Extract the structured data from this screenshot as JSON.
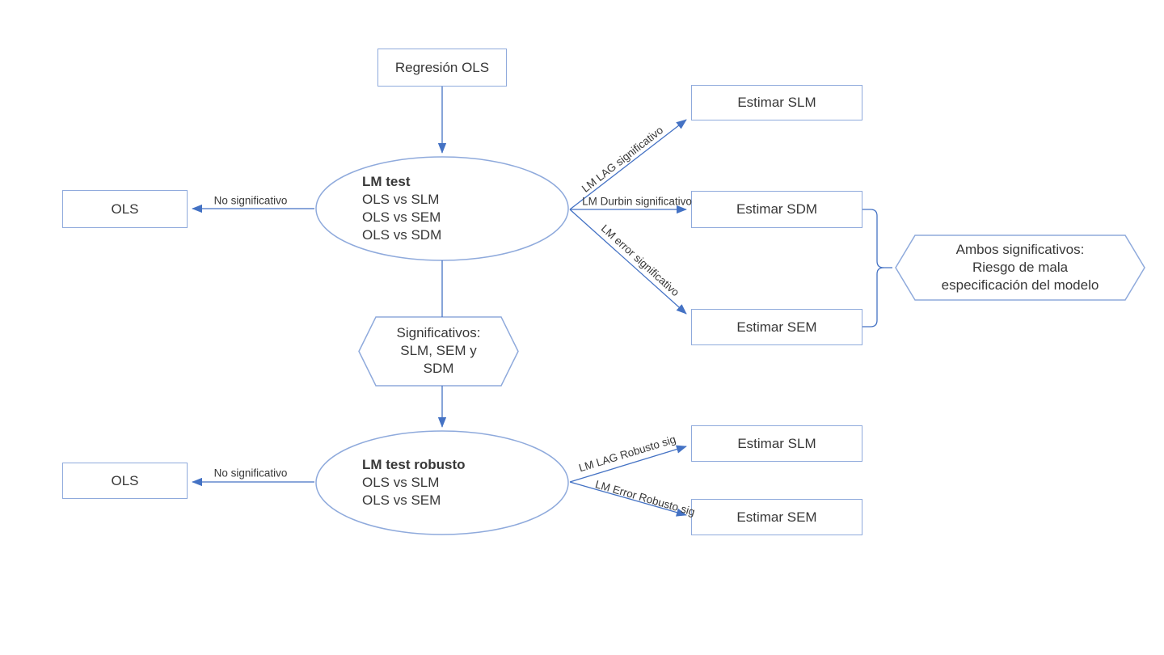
{
  "colors": {
    "connector": "#4472C4",
    "shape_border": "#8FAADC",
    "text": "#383838",
    "background": "#ffffff"
  },
  "nodes": {
    "regresion_ols": {
      "label": "Regresión OLS"
    },
    "lm_test": {
      "title": "LM test",
      "items": [
        "OLS vs SLM",
        "OLS vs SEM",
        "OLS vs SDM"
      ]
    },
    "lm_test_robusto": {
      "title": "LM test robusto",
      "items": [
        "OLS vs SLM",
        "OLS vs SEM"
      ]
    },
    "ols_top": {
      "label": "OLS"
    },
    "ols_bottom": {
      "label": "OLS"
    },
    "estimar_slm_top": {
      "label": "Estimar SLM"
    },
    "estimar_sdm": {
      "label": "Estimar SDM"
    },
    "estimar_sem_mid": {
      "label": "Estimar SEM"
    },
    "estimar_slm_bottom": {
      "label": "Estimar SLM"
    },
    "estimar_sem_bottom": {
      "label": "Estimar SEM"
    },
    "hex_significativos": {
      "lines": [
        "Significativos:",
        "SLM, SEM y",
        "SDM"
      ]
    },
    "hex_ambos": {
      "lines": [
        "Ambos significativos:",
        "Riesgo de mala",
        "especificación del modelo"
      ]
    }
  },
  "edges": {
    "no_significativo_top": "No significativo",
    "no_significativo_bottom": "No significativo",
    "lm_lag": "LM LAG significativo",
    "lm_durbin": "LM Durbin significativo",
    "lm_error": "LM error significativo",
    "lm_lag_robusto": "LM LAG Robusto sig",
    "lm_error_robusto": "LM Error Robusto sig"
  }
}
